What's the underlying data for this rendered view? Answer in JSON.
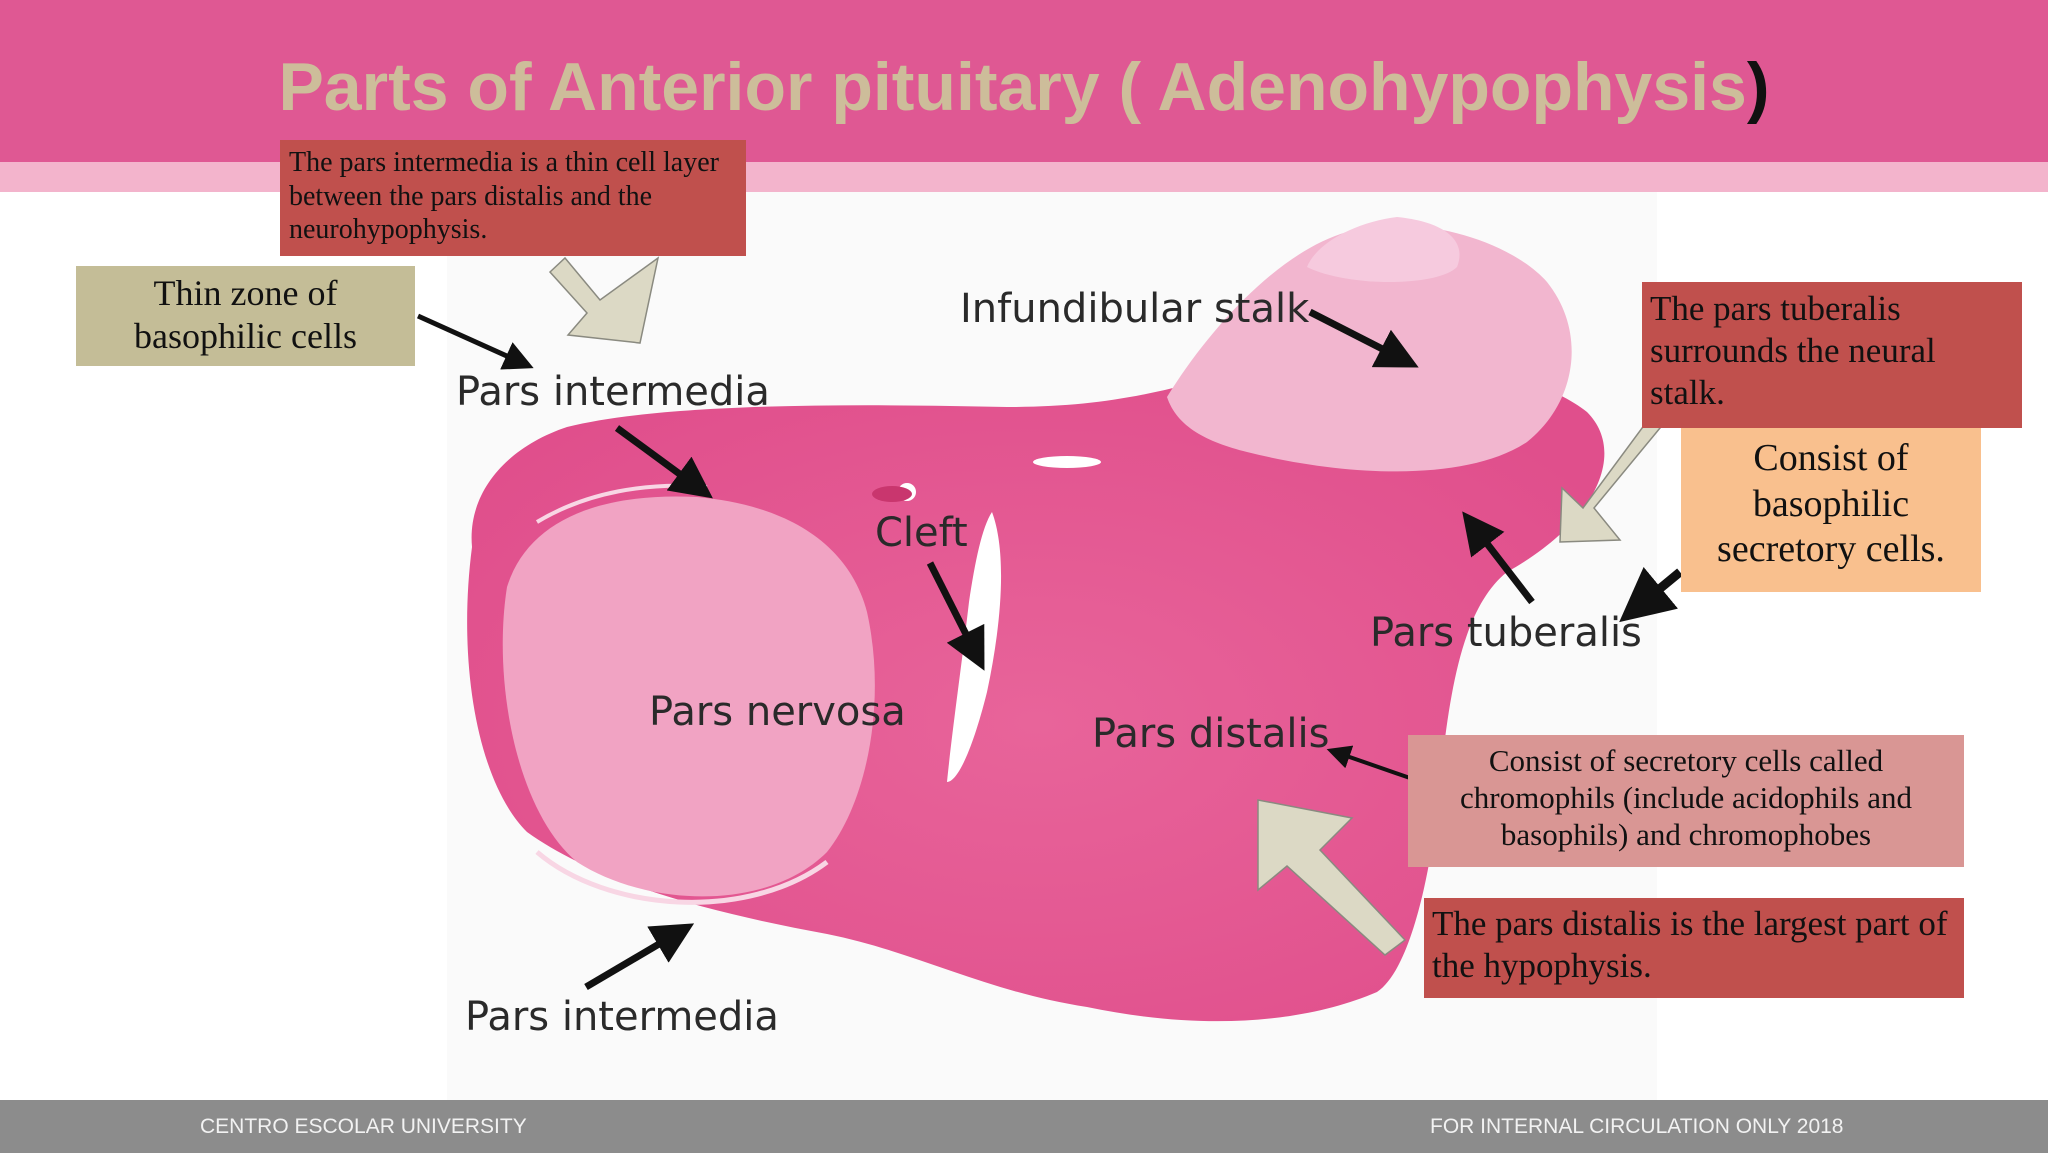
{
  "slide": {
    "title_main": "Parts of Anterior pituitary ( Adenohypophysis",
    "title_paren": ")"
  },
  "diagram": {
    "labels": {
      "infundibular_stalk": "Infundibular stalk",
      "pars_intermedia_top": "Pars intermedia",
      "cleft": "Cleft",
      "pars_nervosa": "Pars nervosa",
      "pars_distalis": "Pars distalis",
      "pars_tuberalis": "Pars tuberalis",
      "pars_intermedia_bottom": "Pars intermedia"
    }
  },
  "callouts": {
    "intermedia_desc": "The pars intermedia is a thin cell layer between the pars distalis and the neurohypophysis.",
    "thin_zone": "Thin zone of basophilic cells",
    "tuberalis_desc": "The pars tuberalis surrounds the neural stalk.",
    "tuberalis_cells": "Consist of basophilic secretory cells.",
    "distalis_cells": "Consist of secretory cells called chromophils (include acidophils and basophils)  and chromophobes",
    "distalis_desc": "The pars distalis is the largest part of the hypophysis."
  },
  "footer": {
    "left": "CENTRO ESCOLAR UNIVERSITY",
    "right": "FOR INTERNAL CIRCULATION ONLY 2018"
  },
  "colors": {
    "header": "#df5893",
    "header_band": "#f3b4cc",
    "title": "#cdbd9a",
    "tissue": "#e8649a",
    "nervosa": "#f1a3c3",
    "box_red": "#c0504d",
    "box_tan": "#c4bd97",
    "box_peach": "#f9c08e",
    "box_pink": "#d99694",
    "footer": "#8c8c8c"
  }
}
